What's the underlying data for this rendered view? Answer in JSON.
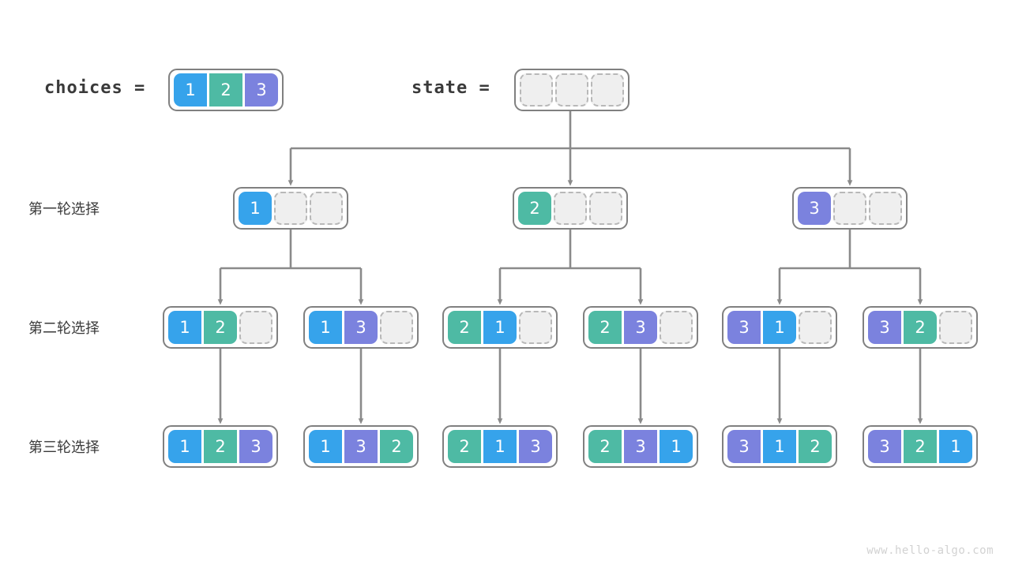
{
  "watermark": "www.hello-algo.com",
  "palette": {
    "blue": "#36a3eb",
    "teal": "#4ebaa4",
    "purple": "#7b82de",
    "empty_fill": "#efefef",
    "empty_border": "#b8b8b8",
    "box_border": "#808080",
    "edge": "#8a8a8a",
    "text": "#3a3a3a",
    "watermark": "#d2d2d2"
  },
  "header": {
    "choices_label": "choices =",
    "choices_values": [
      "1",
      "2",
      "3"
    ],
    "state_label": "state =",
    "state_values": [
      "",
      "",
      ""
    ]
  },
  "rows": [
    {
      "label": "第一轮选择",
      "nodes": [
        {
          "cells": [
            "1",
            "",
            ""
          ]
        },
        {
          "cells": [
            "2",
            "",
            ""
          ]
        },
        {
          "cells": [
            "3",
            "",
            ""
          ]
        }
      ]
    },
    {
      "label": "第二轮选择",
      "nodes": [
        {
          "cells": [
            "1",
            "2",
            ""
          ]
        },
        {
          "cells": [
            "1",
            "3",
            ""
          ]
        },
        {
          "cells": [
            "2",
            "1",
            ""
          ]
        },
        {
          "cells": [
            "2",
            "3",
            ""
          ]
        },
        {
          "cells": [
            "3",
            "1",
            ""
          ]
        },
        {
          "cells": [
            "3",
            "2",
            ""
          ]
        }
      ]
    },
    {
      "label": "第三轮选择",
      "nodes": [
        {
          "cells": [
            "1",
            "2",
            "3"
          ]
        },
        {
          "cells": [
            "1",
            "3",
            "2"
          ]
        },
        {
          "cells": [
            "2",
            "1",
            "3"
          ]
        },
        {
          "cells": [
            "2",
            "3",
            "1"
          ]
        },
        {
          "cells": [
            "3",
            "1",
            "2"
          ]
        },
        {
          "cells": [
            "3",
            "2",
            "1"
          ]
        }
      ]
    }
  ]
}
